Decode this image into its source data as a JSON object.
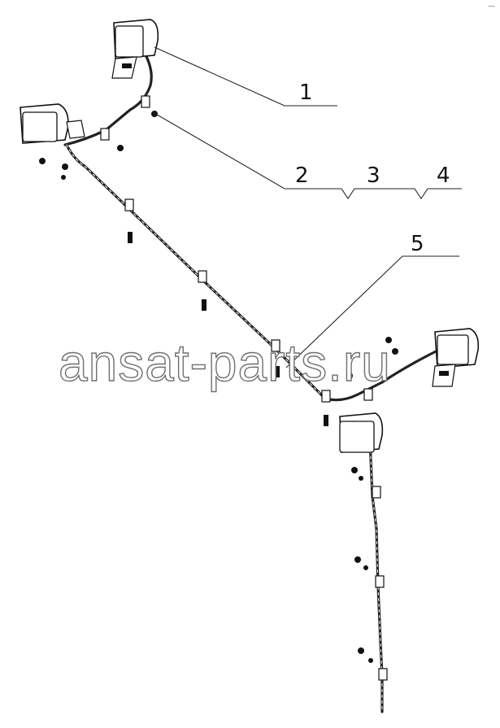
{
  "callouts": {
    "c1": "1",
    "c2": "2",
    "c3": "3",
    "c4": "4",
    "c5": "5"
  },
  "watermark": "ansat-parts.ru",
  "corner_mark": "—"
}
